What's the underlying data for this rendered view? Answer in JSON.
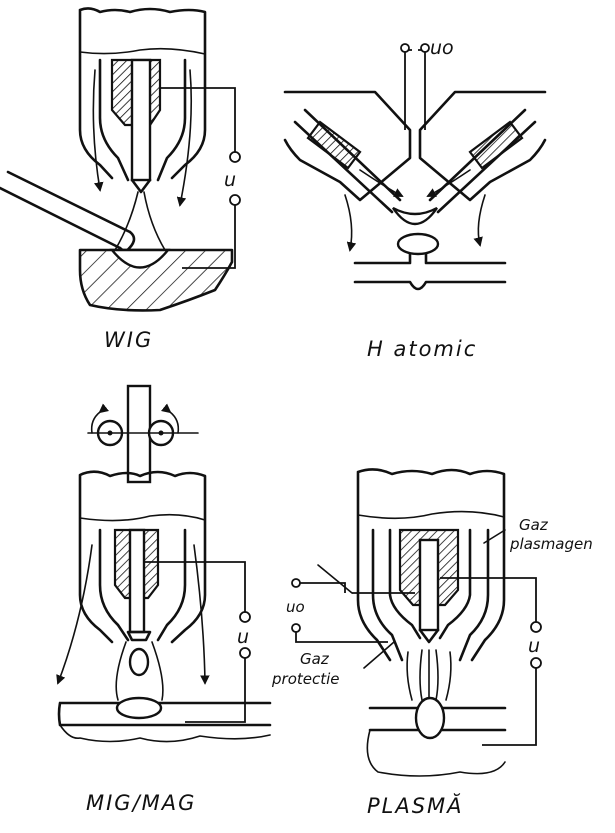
{
  "panels": {
    "wig": {
      "caption": "WIG",
      "voltage": "u"
    },
    "h_atomic": {
      "caption": "H atomic",
      "voltage": "uo"
    },
    "mig_mag": {
      "caption": "MIG/MAG",
      "voltage": "u"
    },
    "plasma": {
      "caption": "PLASMĂ",
      "voltage_main": "u",
      "voltage_pilot": "uo",
      "gas_plasma_line1": "Gaz",
      "gas_plasma_line2": "plasmagen",
      "gas_shield_line1": "Gaz",
      "gas_shield_line2": "protectie"
    }
  }
}
